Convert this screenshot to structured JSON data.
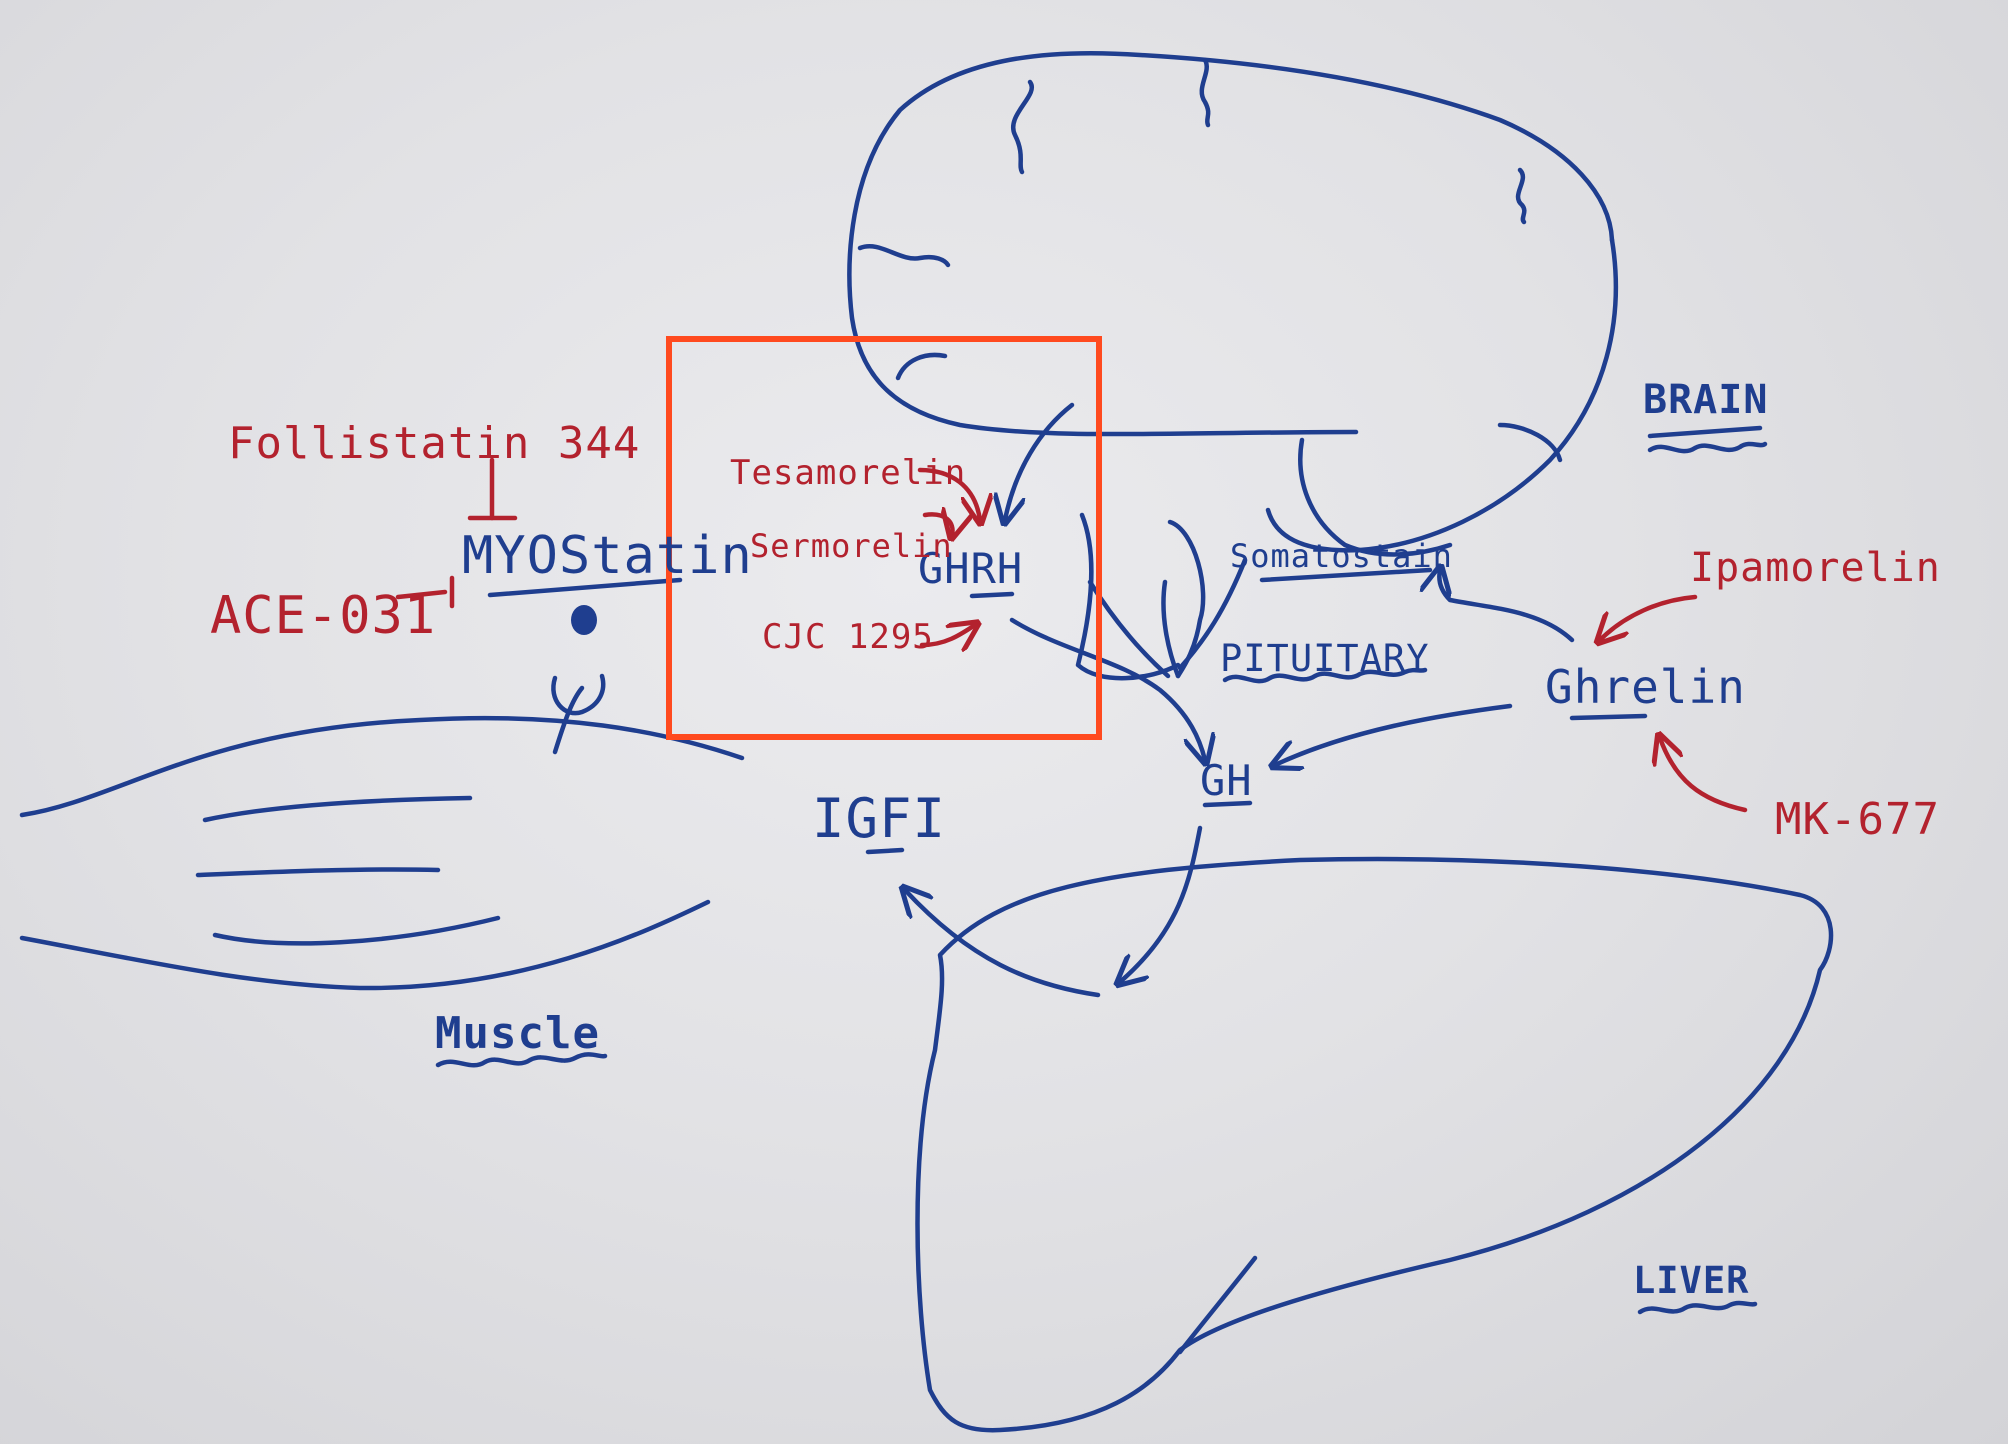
{
  "labels": {
    "brain": "BRAIN",
    "pituitary": "PITUITARY",
    "muscle": "Muscle",
    "liver": "LIVER",
    "myostatin": "MYOStatin",
    "ghrh": "GHRH",
    "gh": "GH",
    "igf1": "IGFI",
    "ghrelin": "Ghrelin",
    "somatostatin": "Somatostain",
    "follistatin": "Follistatin 344",
    "ace031": "ACE-031",
    "tesamorelin": "Tesamorelin",
    "sermorelin": "Sermorelin",
    "cjc1295": "CJC 1295",
    "ipamorelin": "Ipamorelin",
    "mk677": "MK-677"
  },
  "colors": {
    "blue_ink": "#1f3e8f",
    "red_ink": "#b3222e",
    "highlight_box": "#ff4a1f",
    "board": "#e6e6e9"
  }
}
